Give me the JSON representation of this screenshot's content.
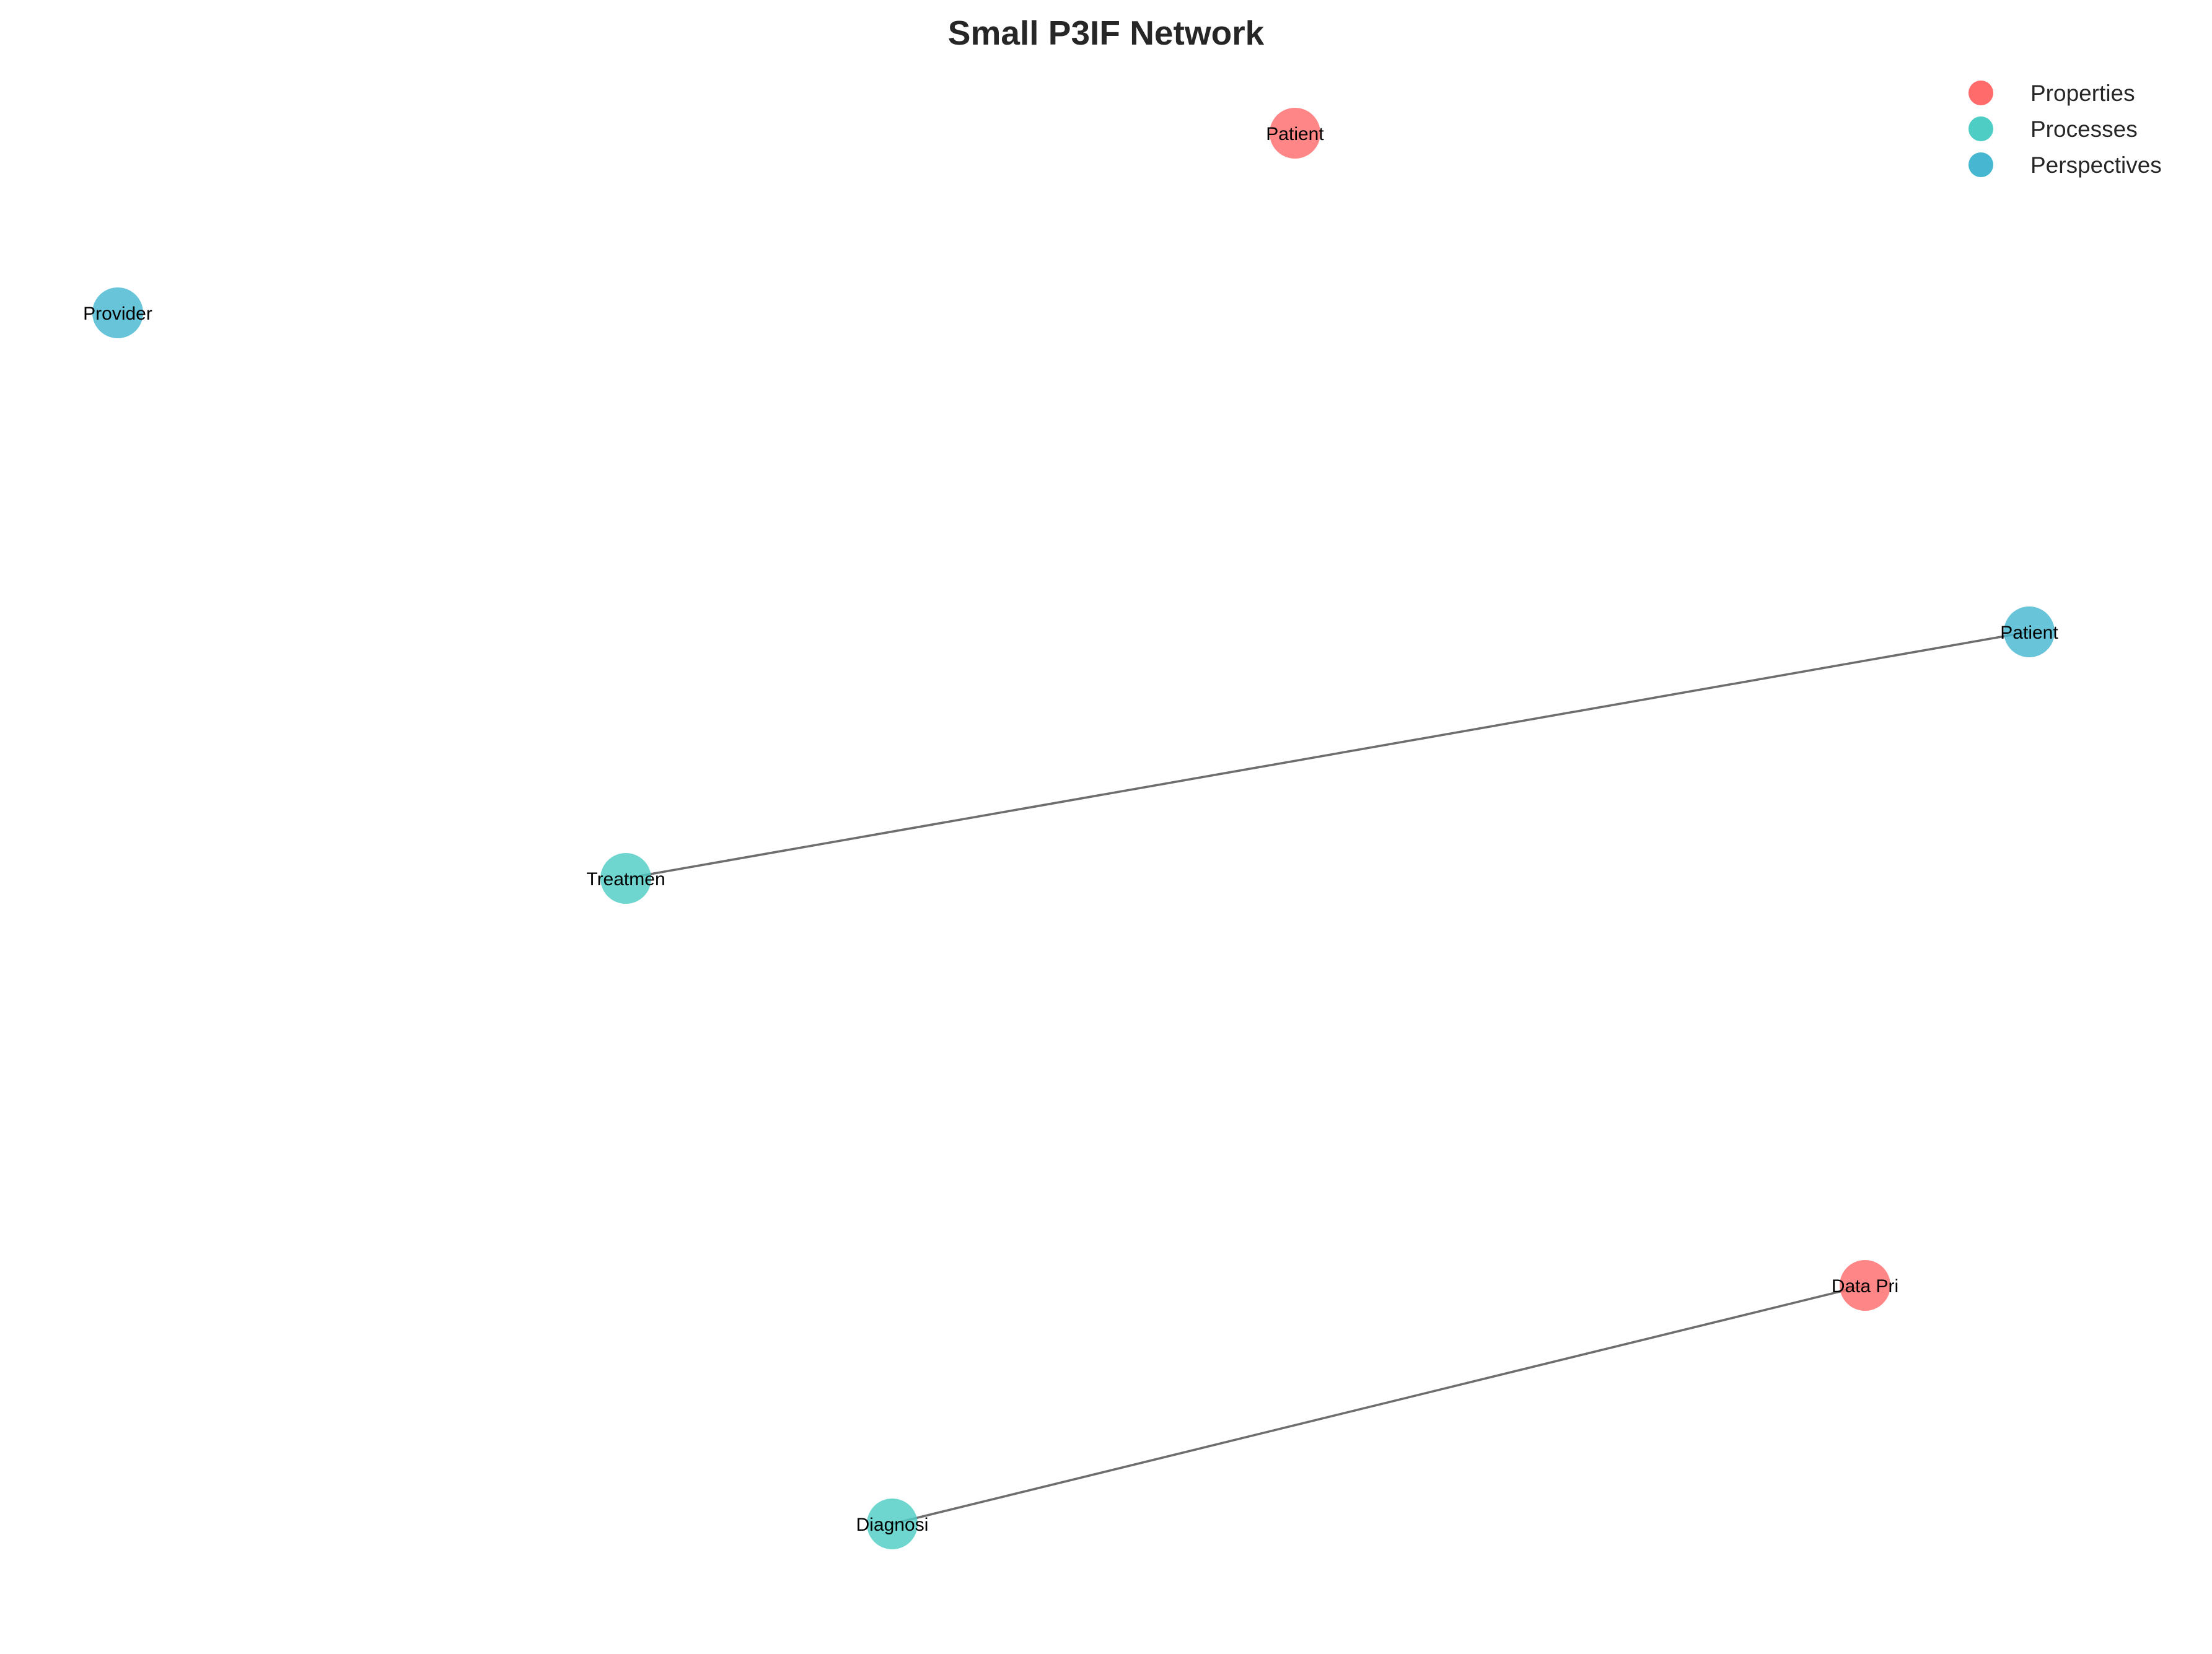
{
  "title": "Small P3IF Network",
  "categories": [
    {
      "key": "properties",
      "label": "Properties",
      "color": "#FF6B6B"
    },
    {
      "key": "processes",
      "label": "Processes",
      "color": "#4ECDC4"
    },
    {
      "key": "perspectives",
      "label": "Perspectives",
      "color": "#45B7D1"
    }
  ],
  "nodes": [
    {
      "id": "n1",
      "label": "Patient",
      "category": "properties"
    },
    {
      "id": "n2",
      "label": "Provider",
      "category": "perspectives"
    },
    {
      "id": "n3",
      "label": "Patient",
      "category": "perspectives"
    },
    {
      "id": "n4",
      "label": "Treatmen",
      "category": "processes"
    },
    {
      "id": "n5",
      "label": "Data Pri",
      "category": "properties"
    },
    {
      "id": "n6",
      "label": "Diagnosi",
      "category": "processes"
    }
  ],
  "edges": [
    {
      "source": "n4",
      "target": "n3"
    },
    {
      "source": "n6",
      "target": "n5"
    }
  ]
}
